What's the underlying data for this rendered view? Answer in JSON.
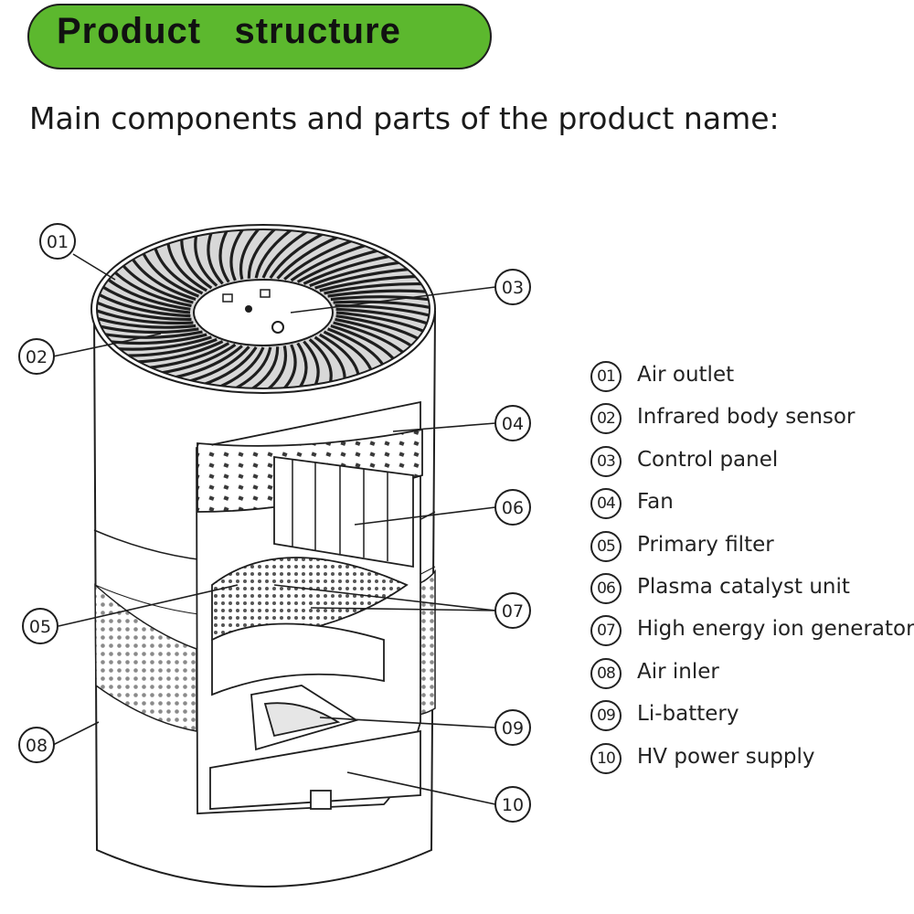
{
  "header": {
    "title": "Product   structure",
    "subtitle": "Main components and parts of the product name:"
  },
  "callouts": [
    "01",
    "02",
    "03",
    "04",
    "05",
    "06",
    "07",
    "08",
    "09",
    "10"
  ],
  "legend": [
    {
      "num": "01",
      "label": "Air outlet"
    },
    {
      "num": "02",
      "label": "Infrared body sensor"
    },
    {
      "num": "03",
      "label": "Control panel"
    },
    {
      "num": "04",
      "label": "Fan"
    },
    {
      "num": "05",
      "label": "Primary filter"
    },
    {
      "num": "06",
      "label": "Plasma catalyst unit"
    },
    {
      "num": "07",
      "label": "High energy ion generator"
    },
    {
      "num": "08",
      "label": "Air inler"
    },
    {
      "num": "09",
      "label": "Li-battery"
    },
    {
      "num": "10",
      "label": "HV power supply"
    }
  ],
  "colors": {
    "title_bg": "#5cb82e",
    "outline": "#1e1e1e"
  }
}
